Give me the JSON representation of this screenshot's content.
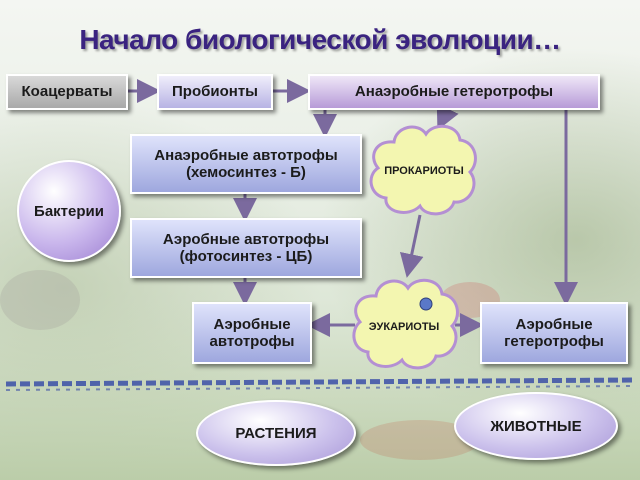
{
  "title": "Начало биологической эволюции…",
  "nodes": {
    "coacervates": "Коацерваты",
    "probionts": "Пробионты",
    "anaerobic_heterotrophs": "Анаэробные гетеротрофы",
    "anaerobic_autotrophs_line1": "Анаэробные автотрофы",
    "anaerobic_autotrophs_line2": "(хемосинтез - Б)",
    "prokaryotes": "ПРОКАРИОТЫ",
    "bacteria": "Бактерии",
    "aerobic_autotrophs_ps_line1": "Аэробные автотрофы",
    "aerobic_autotrophs_ps_line2": "(фотосинтез - ЦБ)",
    "eukaryotes": "ЭУКАРИОТЫ",
    "aerobic_autotrophs_line1": "Аэробные",
    "aerobic_autotrophs_line2": "автотрофы",
    "aerobic_heterotrophs_line1": "Аэробные",
    "aerobic_heterotrophs_line2": "гетеротрофы",
    "plants": "РАСТЕНИЯ",
    "animals": "ЖИВОТНЫЕ"
  },
  "colors": {
    "title": "#3a2380",
    "arrow": "#7b6a9e",
    "divider": "#3b4fa8",
    "cloud_fill": "#f3f6b0",
    "nucleus": "#5a78c8"
  }
}
